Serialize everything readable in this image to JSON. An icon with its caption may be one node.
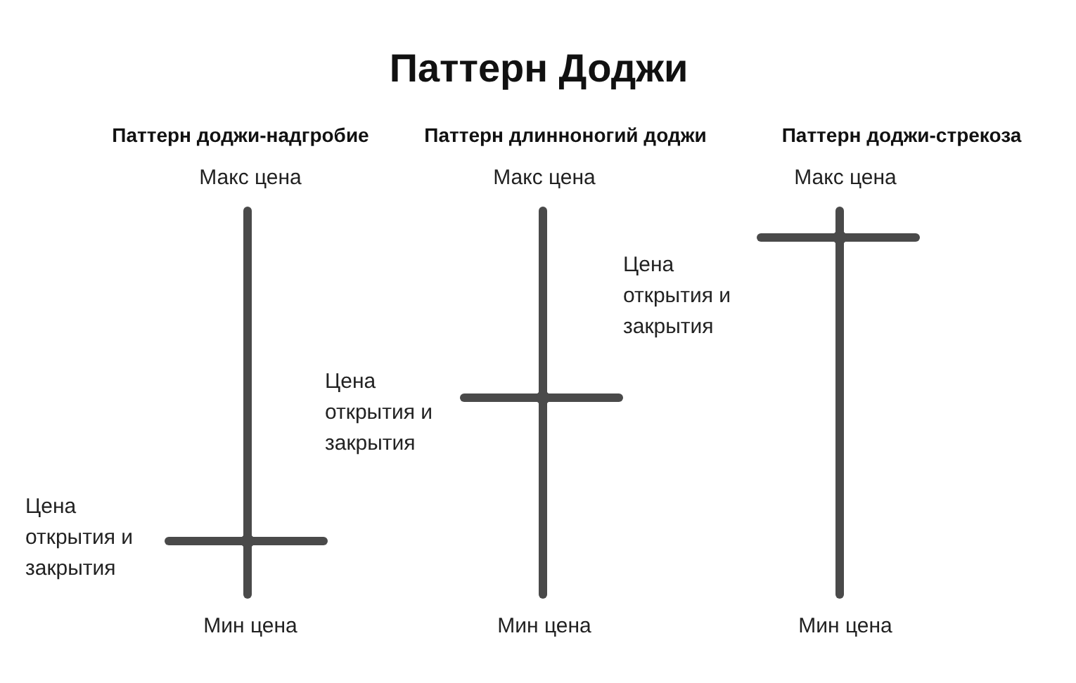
{
  "diagram": {
    "title": "Паттерн Доджи",
    "labels": [
      "Паттерн доджи-надгробие",
      "Паттерн длинноногий доджи",
      "Паттерн доджи-стрекоза",
      "Макс цена",
      "Макс цена",
      "Макс цена",
      "Цена открытия и закрытия",
      "Цена открытия и закрытия",
      "Цена открытия и закрытия",
      "Мин цена",
      "Мин цена",
      "Мин цена"
    ]
  }
}
